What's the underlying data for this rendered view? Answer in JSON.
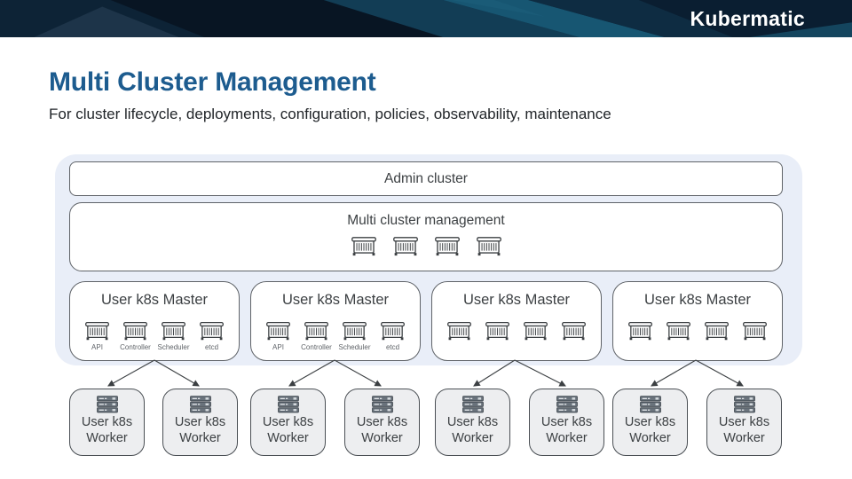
{
  "header": {
    "brand": "Kubermatic"
  },
  "title": "Multi Cluster Management",
  "subtitle": "For cluster lifecycle, deployments, configuration, policies, observability, maintenance",
  "diagram": {
    "admin_cluster_label": "Admin cluster",
    "management_label": "Multi cluster management",
    "management_container_icons": 4,
    "masters": [
      {
        "label": "User k8s Master",
        "components": [
          "API",
          "Controller",
          "Scheduler",
          "etcd"
        ]
      },
      {
        "label": "User k8s Master",
        "components": [
          "API",
          "Controller",
          "Scheduler",
          "etcd"
        ]
      },
      {
        "label": "User k8s Master"
      },
      {
        "label": "User k8s Master"
      }
    ],
    "workers": [
      {
        "label": "User k8s Worker"
      },
      {
        "label": "User k8s Worker"
      },
      {
        "label": "User k8s Worker"
      },
      {
        "label": "User k8s Worker"
      },
      {
        "label": "User k8s Worker"
      },
      {
        "label": "User k8s Worker"
      },
      {
        "label": "User k8s Worker"
      },
      {
        "label": "User k8s Worker"
      }
    ]
  },
  "icons": {
    "container": "container-icon",
    "server": "server-rack-icon"
  },
  "colors": {
    "title_blue": "#1d5c8f",
    "header_navy": "#0a1b2b",
    "panel_blue": "#e9eef8",
    "box_border": "#5f6368",
    "text": "#3c4043",
    "worker_fill": "#edeef0"
  }
}
